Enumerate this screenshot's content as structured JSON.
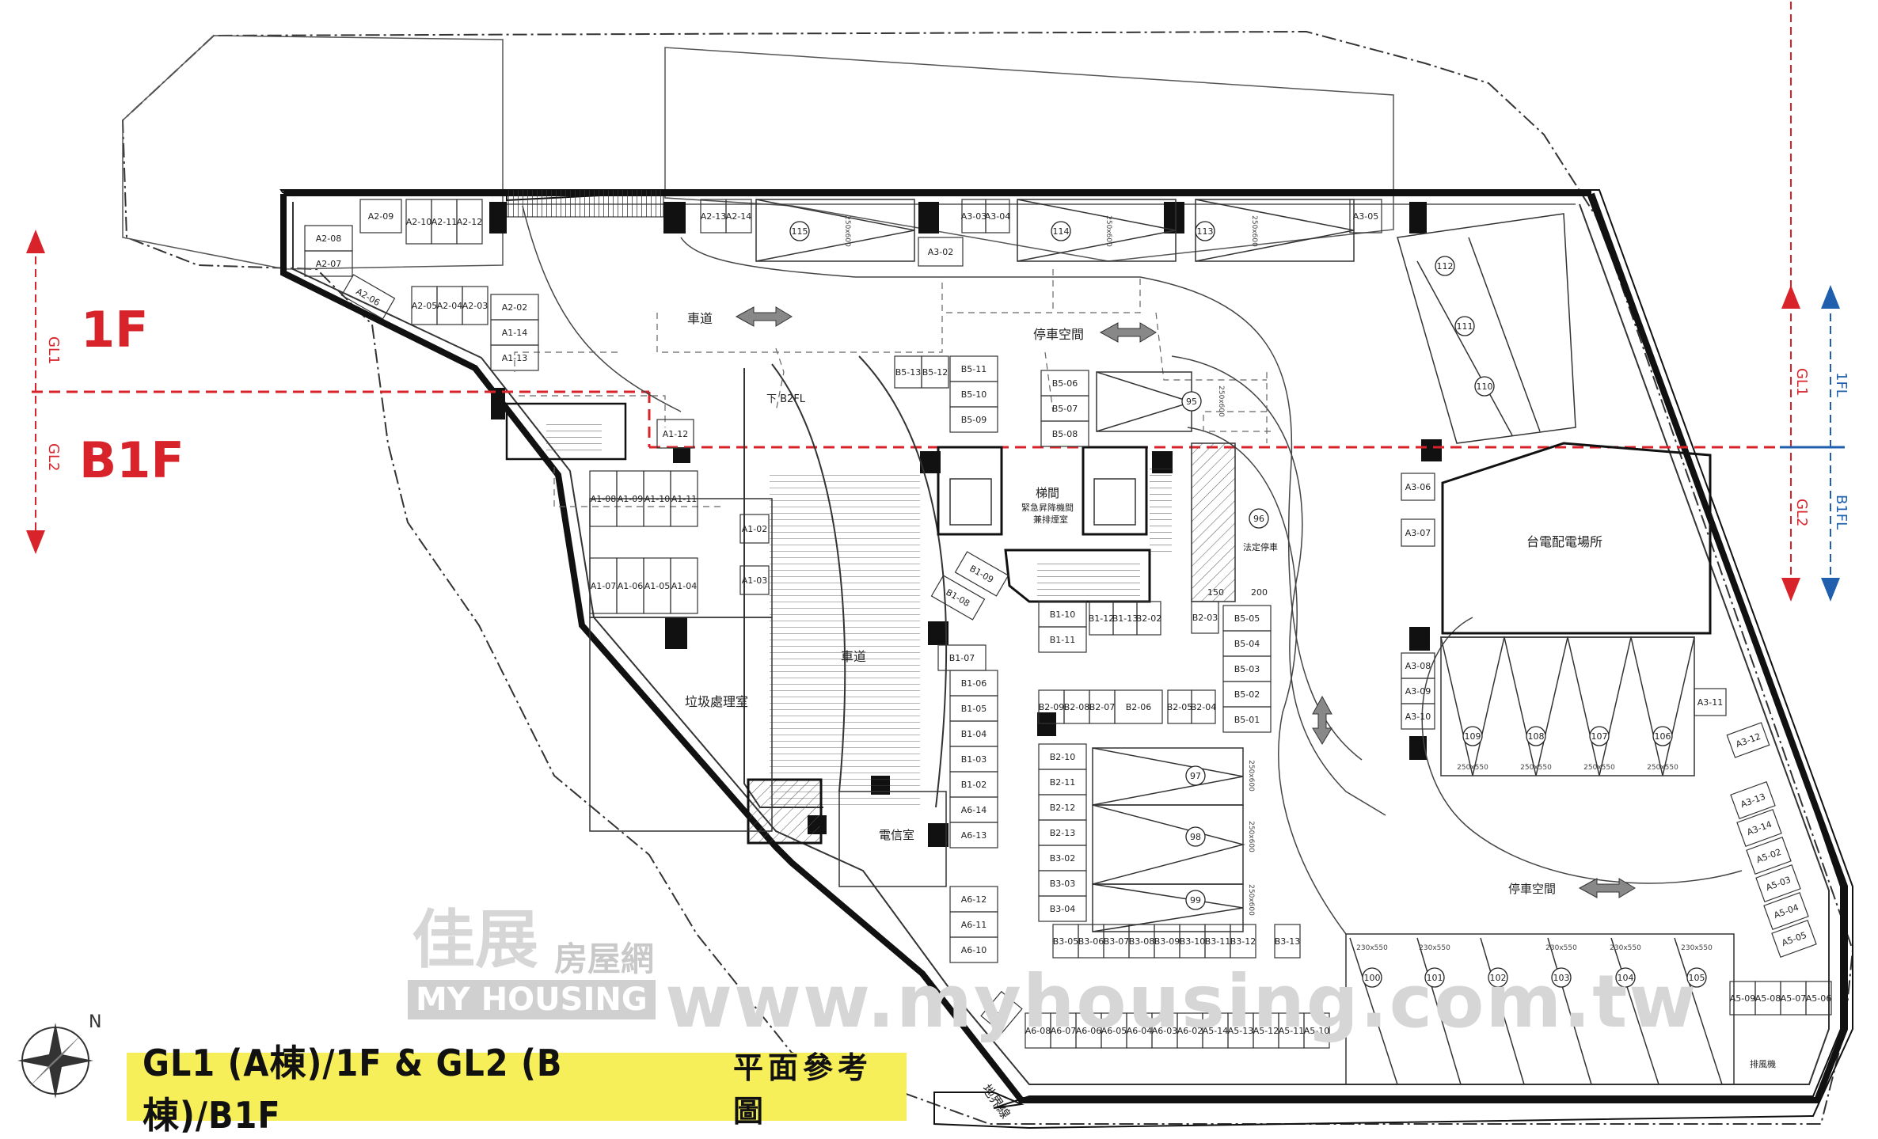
{
  "floor_labels": {
    "left_top": "1F",
    "left_bottom": "B1F",
    "left_gl_top": "GL1",
    "left_gl_bottom": "GL2",
    "right_gl1": "GL1",
    "right_1fl": "1FL",
    "right_gl2": "GL2",
    "right_b1fl": "B1FL"
  },
  "colors": {
    "red_axis": "#d8232a",
    "blue_axis": "#1f5fae",
    "title_bg": "#f6ef5a"
  },
  "rooms": {
    "driveway_top": "車道",
    "parking_top": "停車空間",
    "down_b2fl": "下 B2FL",
    "stairs": "梯間",
    "emergency": "緊急昇降機間",
    "smoke": "兼排煙室",
    "legal_parking": "法定停車",
    "dim_150": "150",
    "dim_200": "200",
    "power_room": "台電配電場所",
    "garbage": "垃圾處理室",
    "driveway_mid": "車道",
    "telecom": "電信室",
    "parking_bottom": "停車空間",
    "boundary": "地界線",
    "fan_room": "排風機"
  },
  "stalls": [
    {
      "id": "A2-09"
    },
    {
      "id": "A2-10"
    },
    {
      "id": "A2-11"
    },
    {
      "id": "A2-12"
    },
    {
      "id": "A2-08"
    },
    {
      "id": "A2-07"
    },
    {
      "id": "A2-06"
    },
    {
      "id": "A2-05"
    },
    {
      "id": "A2-04"
    },
    {
      "id": "A2-03"
    },
    {
      "id": "A2-02"
    },
    {
      "id": "A1-14"
    },
    {
      "id": "A1-13"
    },
    {
      "id": "A1-12"
    },
    {
      "id": "A1-08"
    },
    {
      "id": "A1-09"
    },
    {
      "id": "A1-10"
    },
    {
      "id": "A1-11"
    },
    {
      "id": "A1-07"
    },
    {
      "id": "A1-06"
    },
    {
      "id": "A1-05"
    },
    {
      "id": "A1-04"
    },
    {
      "id": "A1-02"
    },
    {
      "id": "A1-03"
    },
    {
      "id": "A2-13"
    },
    {
      "id": "A2-14"
    },
    {
      "id": "A3-03"
    },
    {
      "id": "A3-04"
    },
    {
      "id": "A3-02"
    },
    {
      "id": "A3-05"
    },
    {
      "id": "B5-13"
    },
    {
      "id": "B5-12"
    },
    {
      "id": "B5-11"
    },
    {
      "id": "B5-10"
    },
    {
      "id": "B5-09"
    },
    {
      "id": "B5-06"
    },
    {
      "id": "B5-07"
    },
    {
      "id": "B5-08"
    },
    {
      "id": "B1-09"
    },
    {
      "id": "B1-08"
    },
    {
      "id": "B1-10"
    },
    {
      "id": "B1-11"
    },
    {
      "id": "B1-12"
    },
    {
      "id": "B1-13"
    },
    {
      "id": "B2-02"
    },
    {
      "id": "B2-03"
    },
    {
      "id": "B5-05"
    },
    {
      "id": "B5-04"
    },
    {
      "id": "B5-03"
    },
    {
      "id": "B5-02"
    },
    {
      "id": "B5-01"
    },
    {
      "id": "B1-07"
    },
    {
      "id": "B1-06"
    },
    {
      "id": "B1-05"
    },
    {
      "id": "B1-04"
    },
    {
      "id": "B1-03"
    },
    {
      "id": "B1-02"
    },
    {
      "id": "A6-14"
    },
    {
      "id": "A6-13"
    },
    {
      "id": "A6-12"
    },
    {
      "id": "A6-11"
    },
    {
      "id": "A6-10"
    },
    {
      "id": "B2-09"
    },
    {
      "id": "B2-08"
    },
    {
      "id": "B2-07"
    },
    {
      "id": "B2-06"
    },
    {
      "id": "B2-05"
    },
    {
      "id": "B2-04"
    },
    {
      "id": "B2-10"
    },
    {
      "id": "B2-11"
    },
    {
      "id": "B2-12"
    },
    {
      "id": "B2-13"
    },
    {
      "id": "B3-02"
    },
    {
      "id": "B3-03"
    },
    {
      "id": "B3-04"
    },
    {
      "id": "B3-05"
    },
    {
      "id": "B3-06"
    },
    {
      "id": "B3-07"
    },
    {
      "id": "B3-08"
    },
    {
      "id": "B3-09"
    },
    {
      "id": "B3-10"
    },
    {
      "id": "B3-11"
    },
    {
      "id": "B3-12"
    },
    {
      "id": "B3-13"
    },
    {
      "id": "A3-06"
    },
    {
      "id": "A3-07"
    },
    {
      "id": "A3-08"
    },
    {
      "id": "A3-09"
    },
    {
      "id": "A3-10"
    },
    {
      "id": "A3-11"
    },
    {
      "id": "A3-12"
    },
    {
      "id": "A3-13"
    },
    {
      "id": "A3-14"
    },
    {
      "id": "A5-02"
    },
    {
      "id": "A5-03"
    },
    {
      "id": "A5-04"
    },
    {
      "id": "A5-05"
    },
    {
      "id": "A5-09"
    },
    {
      "id": "A5-08"
    },
    {
      "id": "A5-07"
    },
    {
      "id": "A5-06"
    },
    {
      "id": "A6-09"
    },
    {
      "id": "A6-08"
    },
    {
      "id": "A6-07"
    },
    {
      "id": "A6-06"
    },
    {
      "id": "A6-05"
    },
    {
      "id": "A6-04"
    },
    {
      "id": "A6-03"
    },
    {
      "id": "A6-02"
    },
    {
      "id": "A5-14"
    },
    {
      "id": "A5-13"
    },
    {
      "id": "A5-12"
    },
    {
      "id": "A5-11"
    },
    {
      "id": "A5-10"
    }
  ],
  "car_spaces": [
    {
      "num": "115"
    },
    {
      "num": "114"
    },
    {
      "num": "113"
    },
    {
      "num": "112"
    },
    {
      "num": "111"
    },
    {
      "num": "110"
    },
    {
      "num": "95"
    },
    {
      "num": "96"
    },
    {
      "num": "97"
    },
    {
      "num": "98"
    },
    {
      "num": "99"
    },
    {
      "num": "109"
    },
    {
      "num": "108"
    },
    {
      "num": "107"
    },
    {
      "num": "106"
    },
    {
      "num": "100"
    },
    {
      "num": "101"
    },
    {
      "num": "102"
    },
    {
      "num": "103"
    },
    {
      "num": "104"
    },
    {
      "num": "105"
    }
  ],
  "car_space_dims": [
    "250x550",
    "250x600",
    "230x550"
  ],
  "watermark": {
    "cn": "房屋網",
    "en": "MY HOUSING",
    "url": "www.myhousing.com.tw"
  },
  "title": {
    "main": "GL1 (A棟)/1F & GL2 (B棟)/B1F",
    "sub": "平面參考圖"
  }
}
